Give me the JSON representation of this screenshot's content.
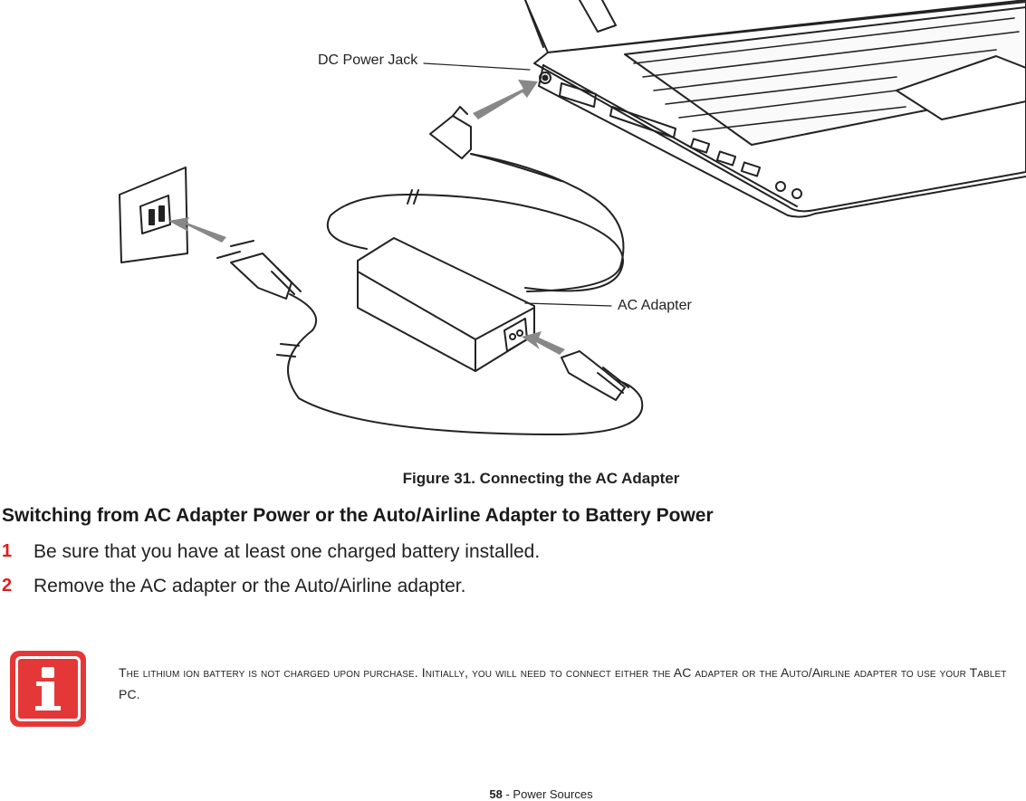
{
  "figure": {
    "callout_dc_jack": "DC Power Jack",
    "callout_ac_adapter": "AC Adapter",
    "caption": "Figure 31.  Connecting the AC Adapter"
  },
  "section": {
    "heading": "Switching from AC Adapter Power or the Auto/Airline Adapter to Battery Power",
    "steps": [
      {
        "number": "1",
        "text": "Be sure that you have at least one charged battery installed."
      },
      {
        "number": "2",
        "text": "Remove the AC adapter or the Auto/Airline adapter."
      }
    ]
  },
  "note": {
    "icon": "info-icon",
    "text": "The lithium ion battery is not charged upon purchase. Initially, you will need to connect either the AC adapter or the Auto/Airline adapter to use your Tablet PC."
  },
  "footer": {
    "page_number": "58",
    "section": " - Power Sources"
  },
  "colors": {
    "accent_red": "#e21b1b",
    "icon_red": "#e43838"
  }
}
